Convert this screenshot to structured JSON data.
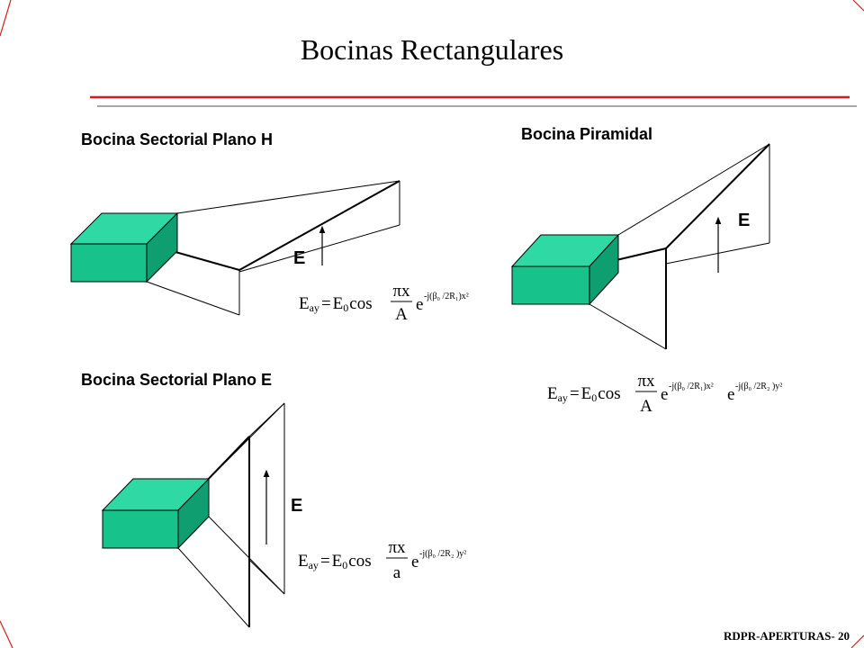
{
  "slide": {
    "title": "Bocinas Rectangulares",
    "footer": "RDPR-APERTURAS- 20"
  },
  "colors": {
    "accent_red": "#cc1f1f",
    "rule_gray": "#8a8a8a",
    "box_front": "#17c38a",
    "box_top": "#2fd9a4",
    "box_side": "#0f9e70"
  },
  "diagrams": {
    "h_plane": {
      "heading": "Bocina Sectorial Plano H",
      "field_label": "E",
      "formula": {
        "lhs_base": "E",
        "lhs_sub": "ay",
        "equals": "=",
        "amp_base": "E",
        "amp_sub": "0",
        "func": "cos",
        "frac_num": "πx",
        "frac_den": "A",
        "exp_base": "e",
        "exp1": "-j(β₀ /2R₁)x²"
      }
    },
    "pyramidal": {
      "heading": "Bocina Piramidal",
      "field_label": "E",
      "formula": {
        "lhs_base": "E",
        "lhs_sub": "ay",
        "equals": "=",
        "amp_base": "E",
        "amp_sub": "0",
        "func": "cos",
        "frac_num": "πx",
        "frac_den": "A",
        "exp_base": "e",
        "exp1": "-j(β₀ /2R₁)x²",
        "exp2": "-j(β₀ /2R₂ )y²"
      }
    },
    "e_plane": {
      "heading": "Bocina Sectorial Plano E",
      "field_label": "E",
      "formula": {
        "lhs_base": "E",
        "lhs_sub": "ay",
        "equals": "=",
        "amp_base": "E",
        "amp_sub": "0",
        "func": "cos",
        "frac_num": "πx",
        "frac_den": "a",
        "exp_base": "e",
        "exp1": "-j(β₀ /2R₂ )y²"
      }
    }
  }
}
